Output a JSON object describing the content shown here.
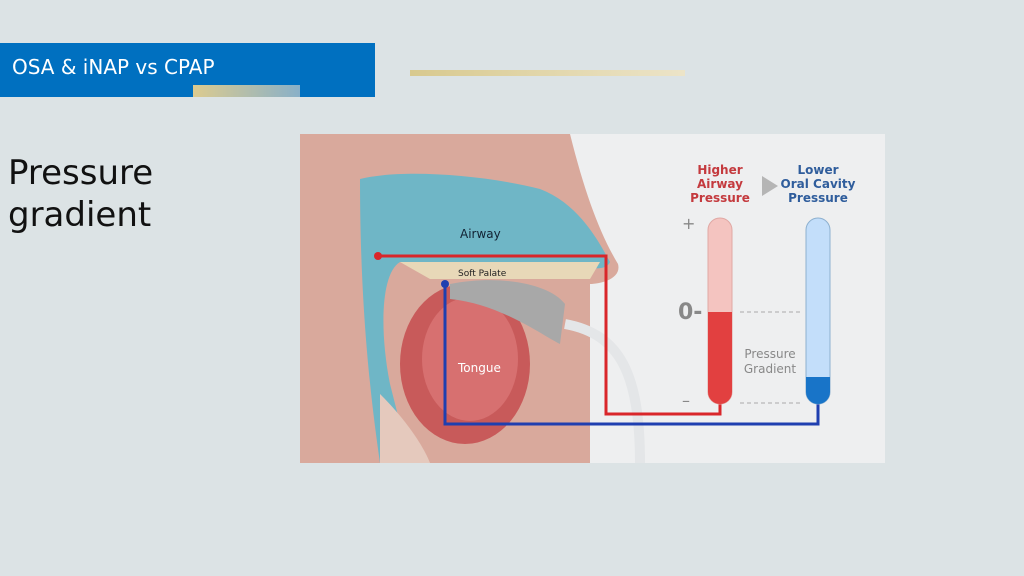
{
  "header": {
    "title": "OSA & iNAP vs CPAP"
  },
  "slide": {
    "heading_line1": "Pressure",
    "heading_line2": "gradient"
  },
  "diagram": {
    "labels": {
      "airway": "Airway",
      "soft_palate": "Soft Palate",
      "tongue": "Tongue"
    },
    "higher": {
      "line1": "Higher",
      "line2": "Airway",
      "line3": "Pressure"
    },
    "lower": {
      "line1": "Lower",
      "line2": "Oral Cavity",
      "line3": "Pressure"
    },
    "gradient": {
      "line1": "Pressure",
      "line2": "Gradient"
    },
    "scale": {
      "plus": "+",
      "zero": "0-",
      "minus": "–"
    },
    "colors": {
      "red": "#d9262a",
      "blue": "#1f3fb0",
      "airway": "#6fb6c6"
    }
  }
}
